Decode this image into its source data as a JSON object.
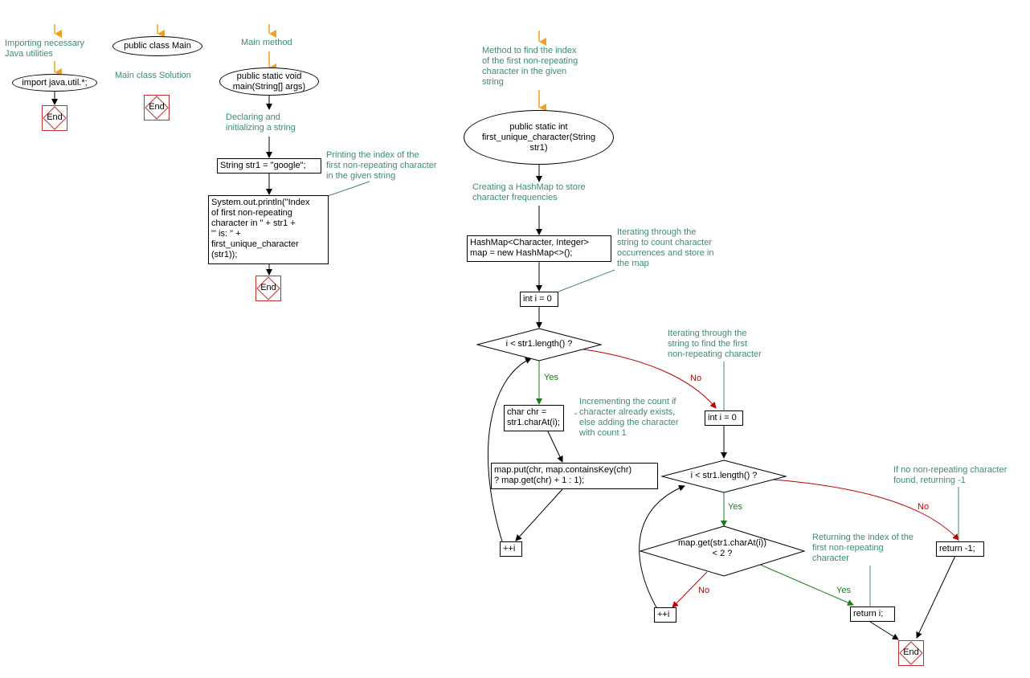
{
  "colors": {
    "note": "#3f8a6e",
    "start_arrow": "#f0a020",
    "yes": "#1e7a1e",
    "no": "#c00000",
    "end_border": "#c03030"
  },
  "col1": {
    "note": "Importing necessary\nJava utilities",
    "import": "import java.util.*;",
    "end": "End"
  },
  "col2": {
    "class": "public class Main",
    "note": "Main class Solution",
    "end": "End"
  },
  "col3": {
    "note_main": "Main method",
    "main": "public static void\nmain(String[] args)",
    "note_decl": "Declaring and\ninitializing a string",
    "decl": "String str1 = \"google\";",
    "note_print": "Printing the index of the\nfirst non-repeating character\nin the given string",
    "print": "System.out.println(\"Index\nof first non-repeating\ncharacter in \" + str1 +\n\"' is: \" +\nfirst_unique_character\n(str1));",
    "end": "End"
  },
  "method": {
    "note_method": "Method to find the index\nof the first non-repeating\ncharacter in the given\nstring",
    "signature": "public static int\nfirst_unique_character(String\nstr1)",
    "note_map": "Creating a HashMap to store\ncharacter frequencies",
    "map_decl": "HashMap<Character, Integer>\nmap = new HashMap<>();",
    "note_iter1": "Iterating through the\nstring to count character\noccurrences and store in\nthe map",
    "init1": "int i = 0",
    "cond1": "i < str1.length() ?",
    "yes1": "Yes",
    "no1": "No",
    "char_chr": "char chr =\nstr1.charAt(i);",
    "note_incr": "Incrementing the count if\ncharacter already exists,\nelse adding the character\nwith count 1",
    "put": "map.put(chr, map.containsKey(chr)\n? map.get(chr) + 1 : 1);",
    "inc1": "++i",
    "note_iter2": "Iterating through the\nstring to find the first\nnon-repeating character",
    "init2": "int i = 0",
    "cond2": "i < str1.length() ?",
    "yes2": "Yes",
    "no2": "No",
    "note_none": "If no non-repeating character\nfound, returning -1",
    "ret_neg": "return -1;",
    "cond3": "map.get(str1.charAt(i))\n< 2 ?",
    "yes3": "Yes",
    "no3": "No",
    "note_ret": "Returning the index of the\nfirst non-repeating\ncharacter",
    "inc2": "++i",
    "ret_i": "return i;",
    "end": "End"
  }
}
